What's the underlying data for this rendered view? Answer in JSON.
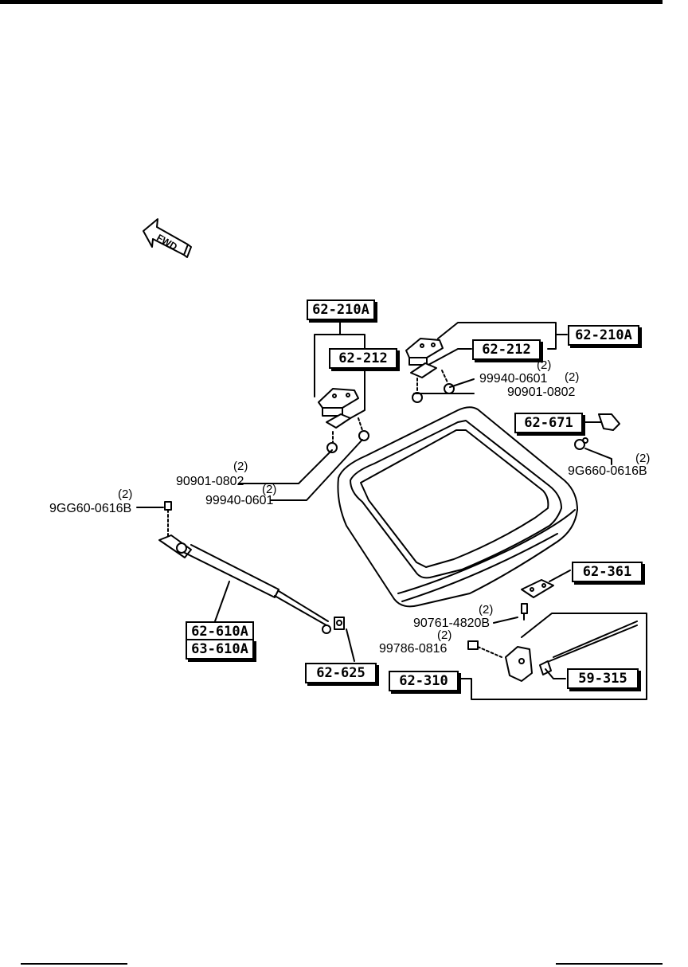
{
  "fwd_label": "FWD",
  "callouts": {
    "c1": "62-210A",
    "c2": "62-212",
    "c3": "62-210A",
    "c4": "62-212",
    "c5": "62-671",
    "c6": "62-361",
    "c7": "62-610A",
    "c8": "63-610A",
    "c9": "62-625",
    "c10": "62-310",
    "c11": "59-315"
  },
  "parts": {
    "p1": "99940-0601",
    "p2": "90901-0802",
    "p3": "90901-0802",
    "p4": "99940-0601",
    "p5": "9GG60-0616B",
    "p6": "9G660-0616B",
    "p7": "90761-4820B",
    "p8": "99786-0816"
  },
  "quantity": "(2)"
}
